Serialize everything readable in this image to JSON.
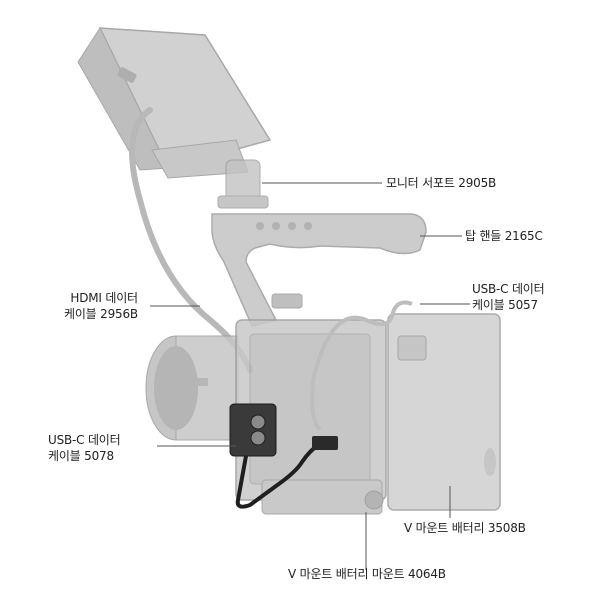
{
  "callouts": {
    "monitor_support": "모니터 서포트 2905B",
    "top_handle": "탑 핸들 2165C",
    "hdmi_cable": [
      "HDMI 데이터",
      "케이블 2956B"
    ],
    "usbc_cable_right": [
      "USB-C 데이터",
      "케이블 5057"
    ],
    "usbc_cable_left": [
      "USB-C 데이터",
      "케이블 5078"
    ],
    "v_battery": "V 마운트 배터리 3508B",
    "v_mount": "V 마운트 배터리 마운트 4064B"
  }
}
